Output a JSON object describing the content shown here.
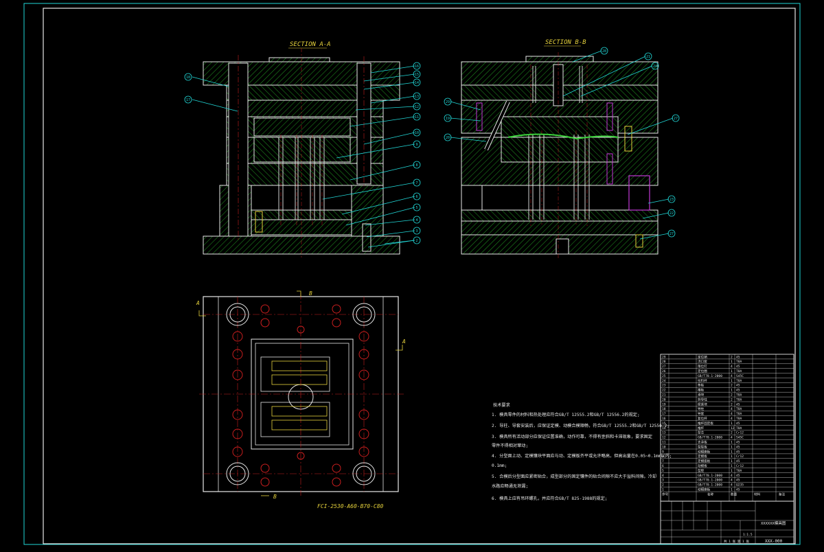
{
  "drawing": {
    "section_aa_title": "SECTION A-A",
    "section_bb_title": "SECTION B-B",
    "moldbase_spec": "FCI-2530-A60-B70-C80",
    "cut_label_a": "A",
    "cut_label_b": "B"
  },
  "balloons_left": [
    "16",
    "15",
    "14",
    "13",
    "12",
    "11",
    "10",
    "9",
    "8",
    "7",
    "6",
    "5",
    "4",
    "3",
    "2",
    "1"
  ],
  "balloons_left_side": [
    "18",
    "17"
  ],
  "balloons_right": [
    "28",
    "21",
    "24",
    "29",
    "19",
    "20",
    "27",
    "23",
    "22",
    "27"
  ],
  "tech_requirements": {
    "heading": "技术要求",
    "lines": [
      "1. 模具零件的材料和热处理应符合GB/T 12555.2和GB/T 12556.2的规定;",
      "2. 导柱、导套安装后，应保证定模、动模合模顺畅，符合GB/T 12555.2和GB/T 12556.2;",
      "3. 模具所有活动部分应保证位置准确，动作可靠，不得有歪斜和卡滞现象，要求固定",
      "   零件不得相对窜动;",
      "4. 分型面上动、定模镶块平面应与动、定模板齐平或允许略高，但高出量在0.05~0.1mm以内;",
      "   0.1mm;",
      "5. 合模后分型面应紧密贴合，成型部分的固定镶件的贴合间隙不应大于溢料间隙。冷却",
      "   水路应畅通无泄漏;",
      "6. 模具上应有吊环螺孔，并应符合GB/T 825-1988的规定;"
    ]
  },
  "bom": {
    "rows": [
      [
        "29",
        "定位销",
        "2",
        "45"
      ],
      [
        "28",
        "浇口套",
        "1",
        "T8A"
      ],
      [
        "27",
        "限位钉",
        "4",
        "45"
      ],
      [
        "26",
        "定位圈",
        "1",
        "T8A"
      ],
      [
        "25",
        "GB/T70.1-2000",
        "4",
        "S45C"
      ],
      [
        "24",
        "拉料杆",
        "1",
        "T8A"
      ],
      [
        "23",
        "垫板",
        "2",
        "45"
      ],
      [
        "22",
        "推板",
        "1",
        "45"
      ],
      [
        "21",
        "滑块",
        "2",
        "T8A"
      ],
      [
        "20",
        "斜导柱",
        "2",
        "T8A"
      ],
      [
        "19",
        "楔紧块",
        "2",
        "45"
      ],
      [
        "18",
        "导柱",
        "4",
        "T8A"
      ],
      [
        "17",
        "导套",
        "4",
        "T8A"
      ],
      [
        "16",
        "复位杆",
        "4",
        "T8A"
      ],
      [
        "15",
        "推杆固定板",
        "1",
        "45"
      ],
      [
        "14",
        "推杆",
        "12",
        "T8A"
      ],
      [
        "13",
        "型芯",
        "2",
        "Cr12"
      ],
      [
        "12",
        "GB/T70.1-2000",
        "4",
        "S45C"
      ],
      [
        "11",
        "支承板",
        "1",
        "45"
      ],
      [
        "10",
        "型腔板",
        "1",
        "45"
      ],
      [
        "9",
        "动模座板",
        "1",
        "45"
      ],
      [
        "8",
        "定模板",
        "1",
        "Cr12"
      ],
      [
        "7",
        "定模座板",
        "1",
        "45"
      ],
      [
        "6",
        "动模板",
        "1",
        "Cr12"
      ],
      [
        "5",
        "型腔",
        "1",
        "T8A"
      ],
      [
        "4",
        "GB/T70.1-2000",
        "4",
        "45"
      ],
      [
        "3",
        "GB/T70.1-2000",
        "4",
        "45"
      ],
      [
        "2",
        "GB/T70.1-2000",
        "4",
        "Q235"
      ],
      [
        "1",
        "动模座板",
        "1",
        "45"
      ]
    ],
    "header": [
      "序号",
      "名称",
      "数量",
      "材料",
      "备注"
    ]
  },
  "title_block": {
    "drawing_name": "XXXXXX模具图",
    "drawing_number": "XXX-000",
    "scale": "1:1.5",
    "sheet": "共 1 张 第 1 张"
  },
  "colors": {
    "background": "#000000",
    "outline": "#e8e8e8",
    "hatch": "#1f8f1f",
    "leader": "#21d8d8",
    "hidden": "#c81e1e",
    "yellow": "#e6d23c",
    "magenta": "#c23ad6",
    "border": "#21d8d8"
  }
}
